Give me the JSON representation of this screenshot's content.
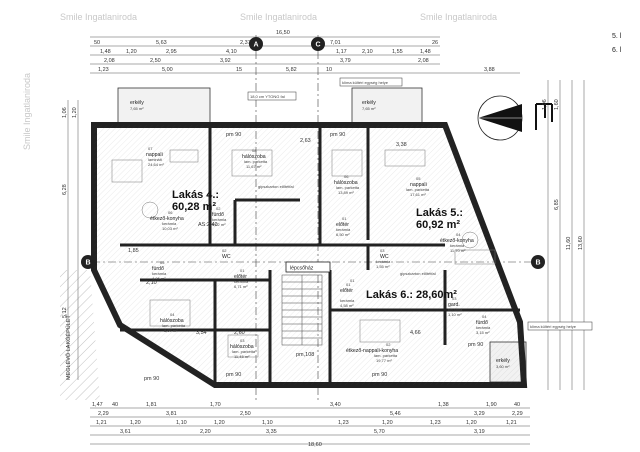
{
  "legend": [
    "5. l",
    "6. l"
  ],
  "watermark": "Smile Ingatlaniroda",
  "axes": {
    "a": "A",
    "b": "B",
    "c": "C"
  },
  "dimensions": {
    "top_overall": "16,50",
    "top_row1": [
      "50",
      "5,63",
      "2,37",
      "7,01",
      "26"
    ],
    "top_row2": [
      "1,48",
      "1,20",
      "2,95",
      "4,10",
      "1,17",
      "2,10",
      "1,55",
      "1,48"
    ],
    "top_row3": [
      "2,08",
      "2,50",
      "3,92",
      "3,79",
      "2,08"
    ],
    "top_row4": [
      "1,23",
      "5,00",
      "15",
      "5,82",
      "10",
      "3,88"
    ],
    "left": [
      "1,06",
      "1,20",
      "6,28",
      "5,12"
    ],
    "right": [
      "1,06",
      "1,60",
      "6,85",
      "11,60",
      "13,60"
    ],
    "bottom_row1": [
      "1,47",
      "40",
      "1,81",
      "1,70",
      "3,40",
      "1,38",
      "1,90",
      "40"
    ],
    "bottom_row2": [
      "2,29",
      "3,81",
      "2,50",
      "5,46",
      "3,29",
      "2,29"
    ],
    "bottom_row3": [
      "1,21",
      "1,20",
      "1,10",
      "1,20",
      "1,10",
      "1,23",
      "1,20",
      "1,23",
      "1,20",
      "1,21"
    ],
    "bottom_row4": [
      "3,61",
      "2,20",
      "3,35",
      "5,70",
      "3,19"
    ],
    "bottom_overall": "18,60"
  },
  "annotations": {
    "hatch_note": "18,0 cm YTONG fal",
    "stair_label": "lépcsőház",
    "neighbor": "MEGLÉVŐ LAKÓÉPÜLET",
    "climate_top": "klíma kültéri egység helye",
    "climate_right": "klíma kültéri egység helye",
    "partition": "gipszkarton előtétfal",
    "partition2": "gipszkarton előtétfal",
    "as": "AS:2,40"
  },
  "units": [
    {
      "name": "Lakás 4.:",
      "area": "60,28 m²"
    },
    {
      "name": "Lakás 5.:",
      "area": "60,92 m²"
    },
    {
      "name": "Lakás 6.:",
      "area": "28,60m²"
    }
  ],
  "rooms": {
    "r1": {
      "no": "07",
      "name": "nappali",
      "sub": "laminált",
      "area": "24,64 m²"
    },
    "r2": {
      "no": "06",
      "name": "étkező-konyha",
      "sub": "kerámia",
      "area": "10,03 m²"
    },
    "r3": {
      "no": "08",
      "name": "hálószoba",
      "sub": "lam. parketta",
      "area": "11,67 m²"
    },
    "r4": {
      "no": "02",
      "name": "fürdő",
      "sub": "kerámia",
      "area": "5,02 m²"
    },
    "r5": {
      "no": "05",
      "name": "fürdő",
      "sub": "kerámia",
      "area": "4,06 m²"
    },
    "r6": {
      "no": "01",
      "name": "előtér",
      "sub": "kerámia",
      "area": "6,71 m²"
    },
    "r7": {
      "no": "04",
      "name": "hálószoba",
      "sub": "lam. parketta",
      "area": "8,97 m²"
    },
    "r8": {
      "no": "03",
      "name": "hálószoba",
      "sub": "lam. parketta",
      "area": "11,45 m²"
    },
    "r9": {
      "no": "06",
      "name": "hálószoba",
      "sub": "lam. parketta",
      "area": "13,89 m²"
    },
    "r10": {
      "no": "05",
      "name": "nappali",
      "sub": "lam. parketta",
      "area": "17,61 m²"
    },
    "r11": {
      "no": "01",
      "name": "előtér",
      "sub": "kerámia",
      "area": "6,50 m²"
    },
    "r12": {
      "no": "04",
      "name": "étkező-konyha",
      "sub": "kerámia",
      "area": "11,70 m²"
    },
    "r13": {
      "no": "03",
      "name": "WC",
      "sub": "kerámia",
      "area": "1,55 m²"
    },
    "r14": {
      "no": "01",
      "name": "előtér",
      "sub": "kerámia",
      "area": "4,58 m²"
    },
    "r15": {
      "no": "03",
      "name": "gard.",
      "sub": "kerámia",
      "area": "1,10 m²"
    },
    "r16": {
      "no": "04",
      "name": "fürdő",
      "sub": "kerámia",
      "area": "3,15 m²"
    },
    "r17": {
      "no": "02",
      "name": "étkező-nappali-konyha",
      "sub": "lam. parketta",
      "area": "19,77 m²"
    },
    "r18": {
      "no": "02",
      "name": "WC",
      "sub": "",
      "area": ""
    },
    "r19": {
      "no": "01",
      "name": "előtér",
      "sub": "",
      "area": ""
    }
  },
  "balconies": [
    {
      "name": "erkély",
      "area": "7,65 m²"
    },
    {
      "name": "erkély",
      "area": "7,65 m²"
    },
    {
      "name": "erkély",
      "area": "3,60 m²"
    }
  ],
  "misc": {
    "pm1": "pm 90",
    "pm2": "pm 90",
    "pm3": "pm 90",
    "pm4": "pm 90",
    "pm5": "pm,108",
    "pm6": "pm 90",
    "pm7": "pm 90",
    "h1": "2,63",
    "h2": "3,54",
    "h3": "2,60",
    "h4": "3,38",
    "h5": "4,66",
    "h6": "1,85",
    "h7": "2,10"
  }
}
